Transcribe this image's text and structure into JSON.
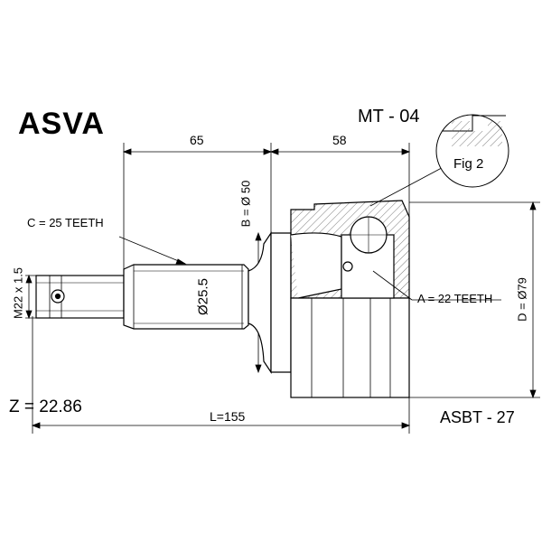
{
  "brand": "ASVA",
  "part_number": "MT - 04",
  "dimensions": {
    "length_a": "65",
    "length_b": "58",
    "inner_teeth": "C = 25 TEETH",
    "seal_diameter": "B = Ø 50",
    "thread": "M22 x 1.5",
    "shaft_diameter": "Ø25.5",
    "abs_teeth": "A = 22 TEETH",
    "outer_diameter": "D = Ø79",
    "total_length": "L=155"
  },
  "figure_label": "Fig 2",
  "z_value": "Z = 22.86",
  "cross_ref": "ASBT - 27"
}
